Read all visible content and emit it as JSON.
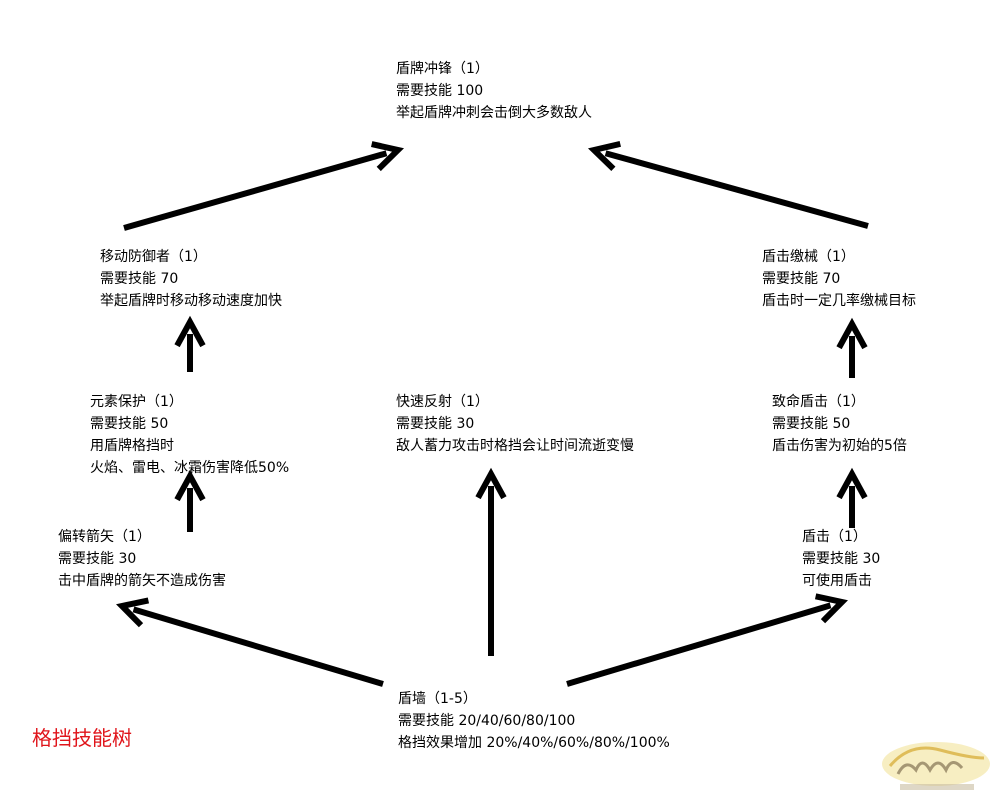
{
  "tree_title": "格挡技能树",
  "colors": {
    "arrow": "#000000",
    "title": "#e0151b",
    "text": "#000000"
  },
  "nodes": {
    "shield_charge": {
      "name": "盾牌冲锋（1）",
      "req": "需要技能 100",
      "desc": "举起盾牌冲刺会击倒大多数敌人"
    },
    "mobile_defender": {
      "name": "移动防御者（1）",
      "req": "需要技能 70",
      "desc": "举起盾牌时移动移动速度加快"
    },
    "shield_disarm": {
      "name": "盾击缴械（1）",
      "req": "需要技能 70",
      "desc": "盾击时一定几率缴械目标"
    },
    "elemental_protection": {
      "name": "元素保护（1）",
      "req": "需要技能 50",
      "desc": "用盾牌格挡时",
      "desc2": "火焰、雷电、冰霜伤害降低50%"
    },
    "quick_reflexes": {
      "name": "快速反射（1）",
      "req": "需要技能 30",
      "desc": "敌人蓄力攻击时格挡会让时间流逝变慢"
    },
    "deadly_bash": {
      "name": "致命盾击（1）",
      "req": "需要技能 50",
      "desc": "盾击伤害为初始的5倍"
    },
    "deflect_arrows": {
      "name": "偏转箭矢（1）",
      "req": "需要技能 30",
      "desc": "击中盾牌的箭矢不造成伤害"
    },
    "power_bash": {
      "name": "盾击（1）",
      "req": "需要技能 30",
      "desc": "可使用盾击"
    },
    "shield_wall": {
      "name": "盾墙（1-5）",
      "req": "需要技能 20/40/60/80/100",
      "desc": "格挡效果增加 20%/40%/60%/80%/100%"
    }
  },
  "edges": [
    {
      "from": "shield_wall",
      "to": "deflect_arrows"
    },
    {
      "from": "shield_wall",
      "to": "quick_reflexes"
    },
    {
      "from": "shield_wall",
      "to": "power_bash"
    },
    {
      "from": "deflect_arrows",
      "to": "elemental_protection"
    },
    {
      "from": "elemental_protection",
      "to": "mobile_defender"
    },
    {
      "from": "power_bash",
      "to": "deadly_bash"
    },
    {
      "from": "deadly_bash",
      "to": "shield_disarm"
    },
    {
      "from": "mobile_defender",
      "to": "shield_charge"
    },
    {
      "from": "shield_disarm",
      "to": "shield_charge"
    }
  ]
}
